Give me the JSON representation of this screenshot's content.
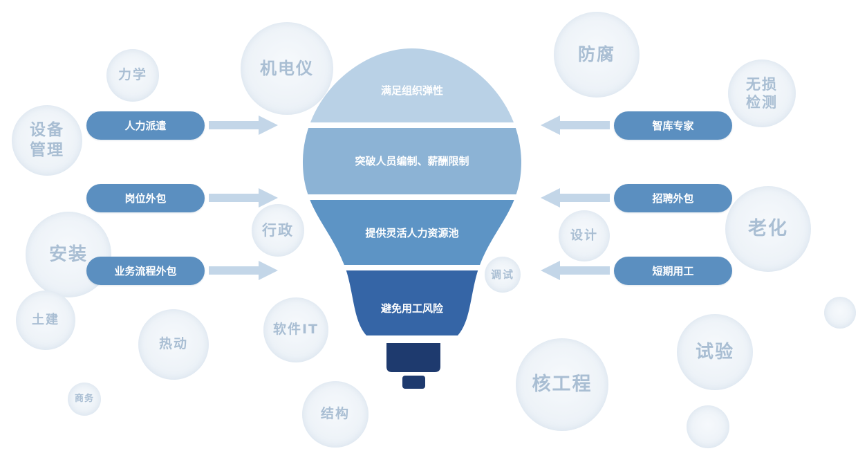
{
  "bubbles": {
    "lixue": "力学",
    "jidianyi": "机电仪",
    "fangfu": "防腐",
    "wusun": [
      "无损",
      "检测"
    ],
    "shebei": [
      "设备",
      "管理"
    ],
    "xingzheng": "行政",
    "sheji": "设计",
    "laohua": "老化",
    "anzhuang": "安装",
    "tiaoshi": "调试",
    "tujian": "土建",
    "redong": "热动",
    "ruanjian": "软件IT",
    "shiyan": "试验",
    "shangwu": "商务",
    "jiegou": "结构",
    "hegongcheng": "核工程"
  },
  "left_pills": [
    "人力派遣",
    "岗位外包",
    "业务流程外包"
  ],
  "right_pills": [
    "智库专家",
    "招聘外包",
    "短期用工"
  ],
  "bulb": {
    "layers": [
      "满足组织弹性",
      "突破人员编制、薪酬限制",
      "提供灵活人力资源池",
      "避免用工风险"
    ]
  },
  "colors": {
    "pill": "#5b8fc0",
    "arrow": "#c3d6e8",
    "layer1": "#b9d1e6",
    "layer2": "#8cb3d5",
    "layer3": "#5d94c5",
    "layer4": "#3565a6",
    "base": "#1e3a6e",
    "bubble_text": "#a9bed3"
  }
}
